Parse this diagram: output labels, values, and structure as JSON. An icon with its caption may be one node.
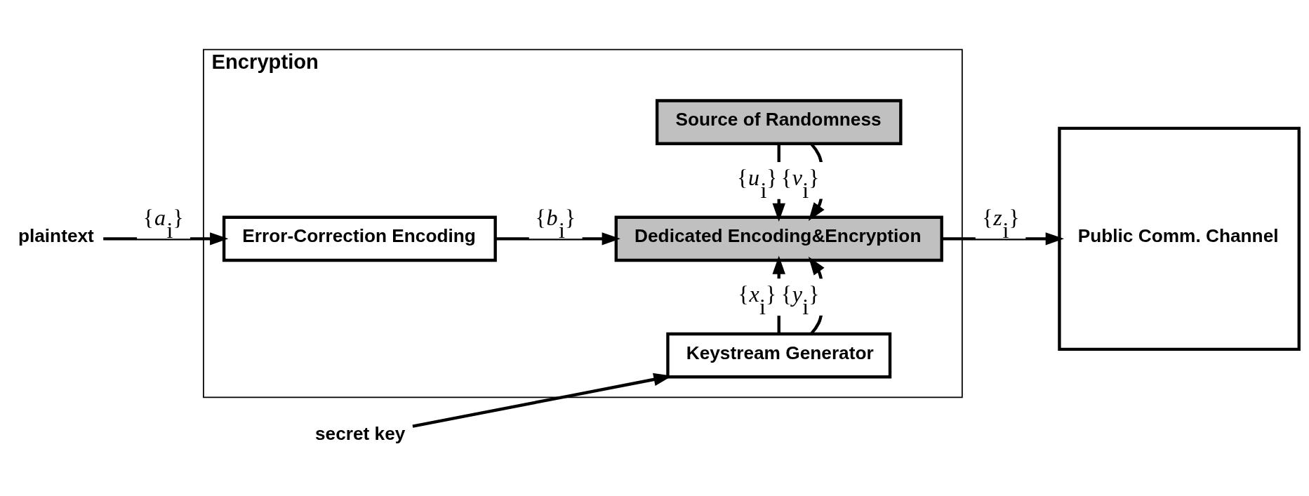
{
  "diagram": {
    "nodes": [
      {
        "text": [
          "Encryption"
        ]
      },
      {
        "text": [
          "Keystream Generator"
        ],
        "in": 0
      },
      {
        "text": [
          "Error-Correction Encoding"
        ],
        "in": 0
      },
      {
        "text": [
          "Dedicated Encoding&Encryption"
        ],
        "in": 0
      },
      {
        "text": [
          "Source of Randomness"
        ],
        "in": 0
      },
      {
        "text": [
          "Public Comm. Channel"
        ]
      },
      {
        "text": [
          "secret key"
        ]
      },
      {
        "text": [
          "plaintext"
        ]
      }
    ],
    "edges": [
      {
        "from": 6,
        "to": 1,
        "arrow": "to"
      },
      {
        "from": 7,
        "to": 2,
        "arrow": "to",
        "label": "{*a*$_{i}$}"
      },
      {
        "from": 2,
        "to": 3,
        "arrow": "to",
        "label": "{*b*$_{i}$}"
      },
      {
        "from": 1,
        "to": 3,
        "arrow": "to",
        "label": "{*x*$_{i}$}"
      },
      {
        "from": 1,
        "to": 3,
        "arrow": "to",
        "label": "{*y*$_{i}$}"
      },
      {
        "from": 4,
        "to": 3,
        "arrow": "to",
        "label": "{*u*$_{i}$}"
      },
      {
        "from": 4,
        "to": 3,
        "arrow": "to",
        "label": "{*v*$_{i}$}"
      },
      {
        "from": 3,
        "to": 5,
        "arrow": "to",
        "label": "{*z*$_{i}$}"
      }
    ]
  }
}
